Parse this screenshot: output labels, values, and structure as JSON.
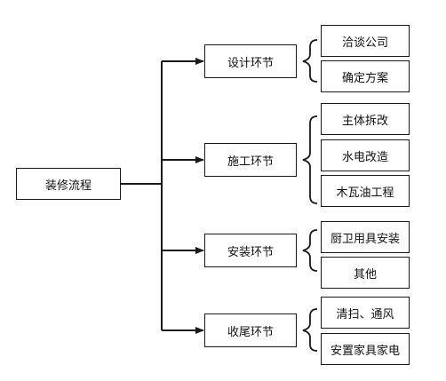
{
  "colors": {
    "line": "#1a1a1a",
    "box_border": "#1a1a1a",
    "text": "#111111",
    "background": "#ffffff"
  },
  "root": {
    "label": "装修流程"
  },
  "phases": [
    {
      "label": "设计环节",
      "items": [
        "洽谈公司",
        "确定方案"
      ]
    },
    {
      "label": "施工环节",
      "items": [
        "主体拆改",
        "水电改造",
        "木瓦油工程"
      ]
    },
    {
      "label": "安装环节",
      "items": [
        "厨卫用具安装",
        "其他"
      ]
    },
    {
      "label": "收尾环节",
      "items": [
        "清扫、通风",
        "安置家具家电"
      ]
    }
  ]
}
